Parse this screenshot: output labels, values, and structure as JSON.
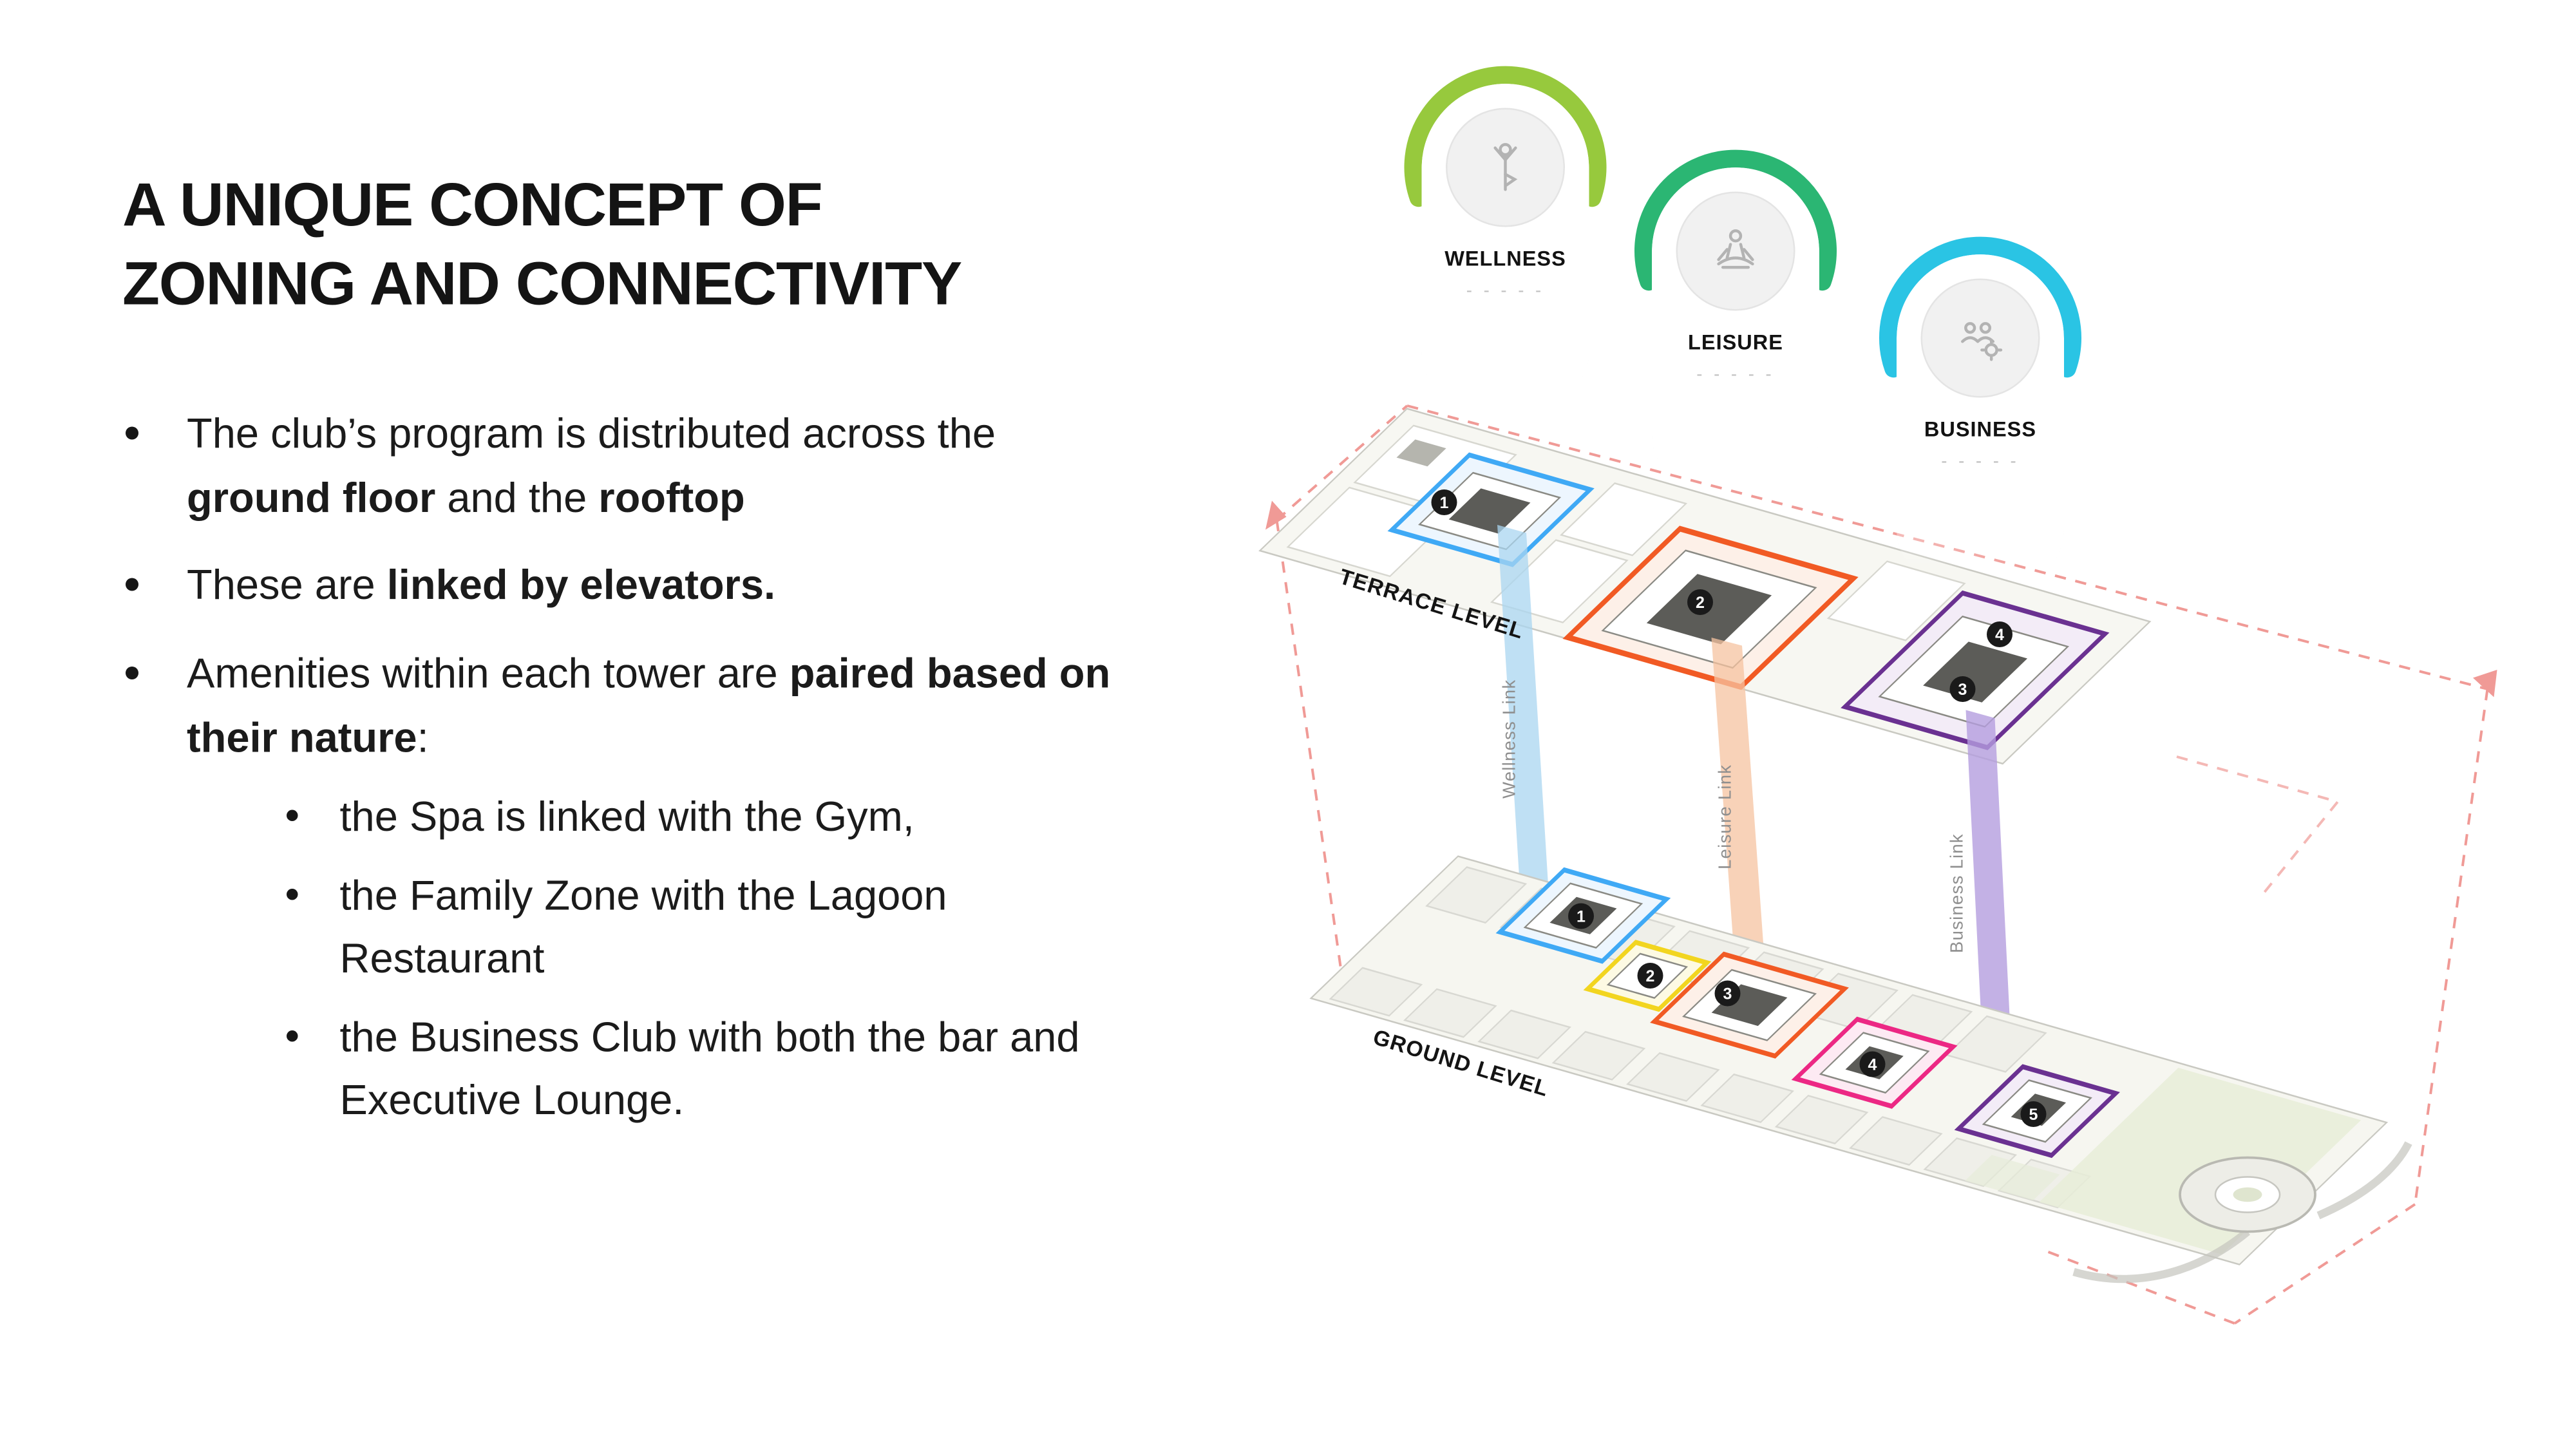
{
  "title": "A UNIQUE CONCEPT OF ZONING AND CONNECTIVITY",
  "bullets": [
    {
      "segments": [
        {
          "t": "The club’s program is distributed across the "
        },
        {
          "t": "ground floor"
        },
        {
          "t": " and the "
        },
        {
          "t": "rooftop"
        }
      ]
    },
    {
      "segments": [
        {
          "t": "These are "
        },
        {
          "t": "linked by elevators."
        }
      ]
    },
    {
      "segments": [
        {
          "t": "Amenities within each tower are "
        },
        {
          "t": "paired based on their nature"
        },
        {
          "t": ":"
        }
      ]
    }
  ],
  "subbullets": [
    "the Spa is linked with the Gym,",
    "the Family Zone with the Lagoon Restaurant",
    "the Business Club with both the bar and Executive Lounge."
  ],
  "badges": [
    {
      "label": "WELLNESS",
      "icon": "yoga-pose-icon",
      "color": "#97c93d",
      "dashes": "- - - - -"
    },
    {
      "label": "LEISURE",
      "icon": "meditation-icon",
      "color": "#2bb673",
      "dashes": "- - - - -"
    },
    {
      "label": "BUSINESS",
      "icon": "business-team-icon",
      "color": "#2ac4e4",
      "dashes": "- - - - -"
    }
  ],
  "links": [
    {
      "label": "Wellness Link",
      "color": "#a9d6f0"
    },
    {
      "label": "Leisure Link",
      "color": "#f6c3a0"
    },
    {
      "label": "Business Link",
      "color": "#b49ddf"
    }
  ],
  "levels": {
    "terrace": "TERRACE LEVEL",
    "ground": "GROUND LEVEL"
  },
  "markers": {
    "terrace": [
      "1",
      "2",
      "3",
      "4"
    ],
    "ground": [
      "1",
      "2",
      "3",
      "4",
      "5"
    ]
  },
  "colors": {
    "zone_blue": "#3fa9f5",
    "zone_orange": "#f15a24",
    "zone_purple": "#6a3191",
    "zone_yellow": "#f2d51f",
    "zone_pink": "#ec2884",
    "boundary": "#f09a96"
  }
}
